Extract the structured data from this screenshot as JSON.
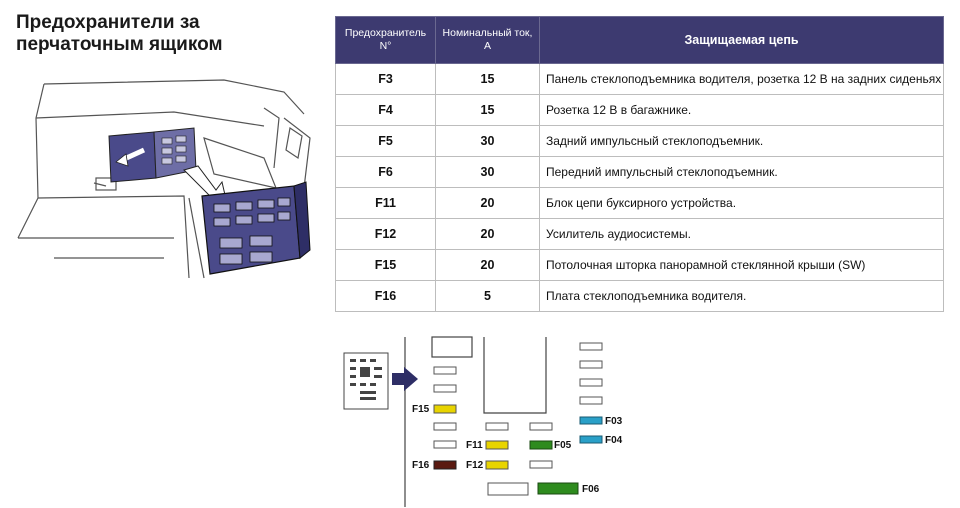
{
  "title": "Предохранители за\nперчаточным ящиком",
  "table": {
    "headers": {
      "fuse": "Предохранитель N°",
      "current": "Номинальный ток, А",
      "circuit": "Защищаемая цепь"
    },
    "rows": [
      {
        "fuse": "F3",
        "current": "15",
        "circuit": "Панель стеклоподъемника водителя, розетка 12 В на задних сиденьях"
      },
      {
        "fuse": "F4",
        "current": "15",
        "circuit": "Розетка 12 В в багажнике."
      },
      {
        "fuse": "F5",
        "current": "30",
        "circuit": "Задний импульсный стеклоподъемник."
      },
      {
        "fuse": "F6",
        "current": "30",
        "circuit": "Передний импульсный стеклоподъемник."
      },
      {
        "fuse": "F11",
        "current": "20",
        "circuit": "Блок цепи буксирного устройства."
      },
      {
        "fuse": "F12",
        "current": "20",
        "circuit": "Усилитель аудиосистемы."
      },
      {
        "fuse": "F15",
        "current": "20",
        "circuit": "Потолочная шторка панорамной стеклянной крыши (SW)"
      },
      {
        "fuse": "F16",
        "current": "5",
        "circuit": "Плата стеклоподъемника водителя."
      }
    ]
  },
  "diagram": {
    "labels": {
      "f15": "F15",
      "f16": "F16",
      "f11": "F11",
      "f12": "F12",
      "f05": "F05",
      "f03": "F03",
      "f04": "F04",
      "f06": "F06"
    },
    "colors": {
      "yellow": "#e8d400",
      "green": "#2e8b1e",
      "blue": "#2aa0c8",
      "brown": "#5a1a10",
      "panel": "#4a4a8a"
    }
  }
}
